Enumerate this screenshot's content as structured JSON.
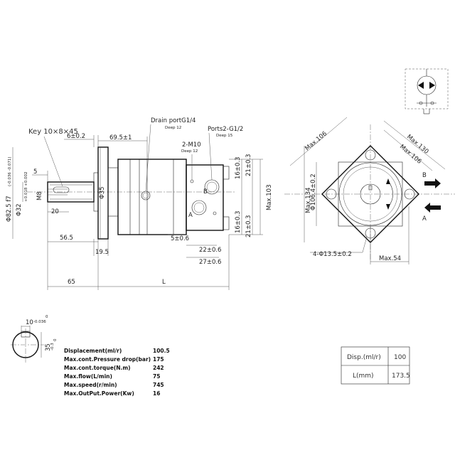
{
  "side_view": {
    "key_label": "Key 10×8×45",
    "drain_port_label": "Drain portG1/4",
    "drain_port_depth": "Deep 12",
    "ports_label": "Ports2-G1/2",
    "ports_depth": "Deep 15",
    "m10_label": "2-M10",
    "m10_depth": "Deep 12",
    "port_b": "B",
    "port_a": "A",
    "dims": {
      "d6": "6±0.2",
      "d69_5": "69.5±1",
      "d5": "5",
      "m8": "M8",
      "d20": "20",
      "d35": "Φ35",
      "d82_5": "Φ82.5 f7",
      "d82_5_tol": "(-0.036 -0.071)",
      "d32": "Φ32",
      "d32_tol": "+0.018 +0.002",
      "d56_5": "56.5",
      "d19_5": "19.5",
      "d5_06": "5±0.6",
      "d22": "22±0.6",
      "d27": "27±0.6",
      "d16a": "16±0.3",
      "d21a": "21±0.3",
      "d16b": "16±0.3",
      "d21b": "21±0.3",
      "max103": "Max.103",
      "d65": "65",
      "dL": "L"
    }
  },
  "front_view": {
    "max106a": "Max.106",
    "max130": "Max.130",
    "max106b": "Max.106",
    "d106_4": "Φ106.4±0.2",
    "max134": "Max.134",
    "holes": "4-Φ13.5±0.2",
    "max54": "Max.54",
    "port_b": "B",
    "port_a": "A"
  },
  "key_section": {
    "width": "10",
    "width_tol_top": "0",
    "width_tol_bottom": "-0.036",
    "height": "35",
    "height_tol_top": "0",
    "height_tol_bottom": "-0.3"
  },
  "specs": [
    {
      "name": "Displacement(ml/r)",
      "value": "100.5"
    },
    {
      "name": "Max.cont.Pressure drop(bar)",
      "value": "175"
    },
    {
      "name": "Max.cont.torque(N.m)",
      "value": "242"
    },
    {
      "name": "Max.flow(L/min)",
      "value": "75"
    },
    {
      "name": "Max.speed(r/min)",
      "value": "745"
    },
    {
      "name": "Max.OutPut.Power(Kw)",
      "value": "16"
    }
  ],
  "table": [
    {
      "label": "Disp.(ml/r)",
      "value": "100"
    },
    {
      "label": "L(mm)",
      "value": "173.5"
    }
  ]
}
